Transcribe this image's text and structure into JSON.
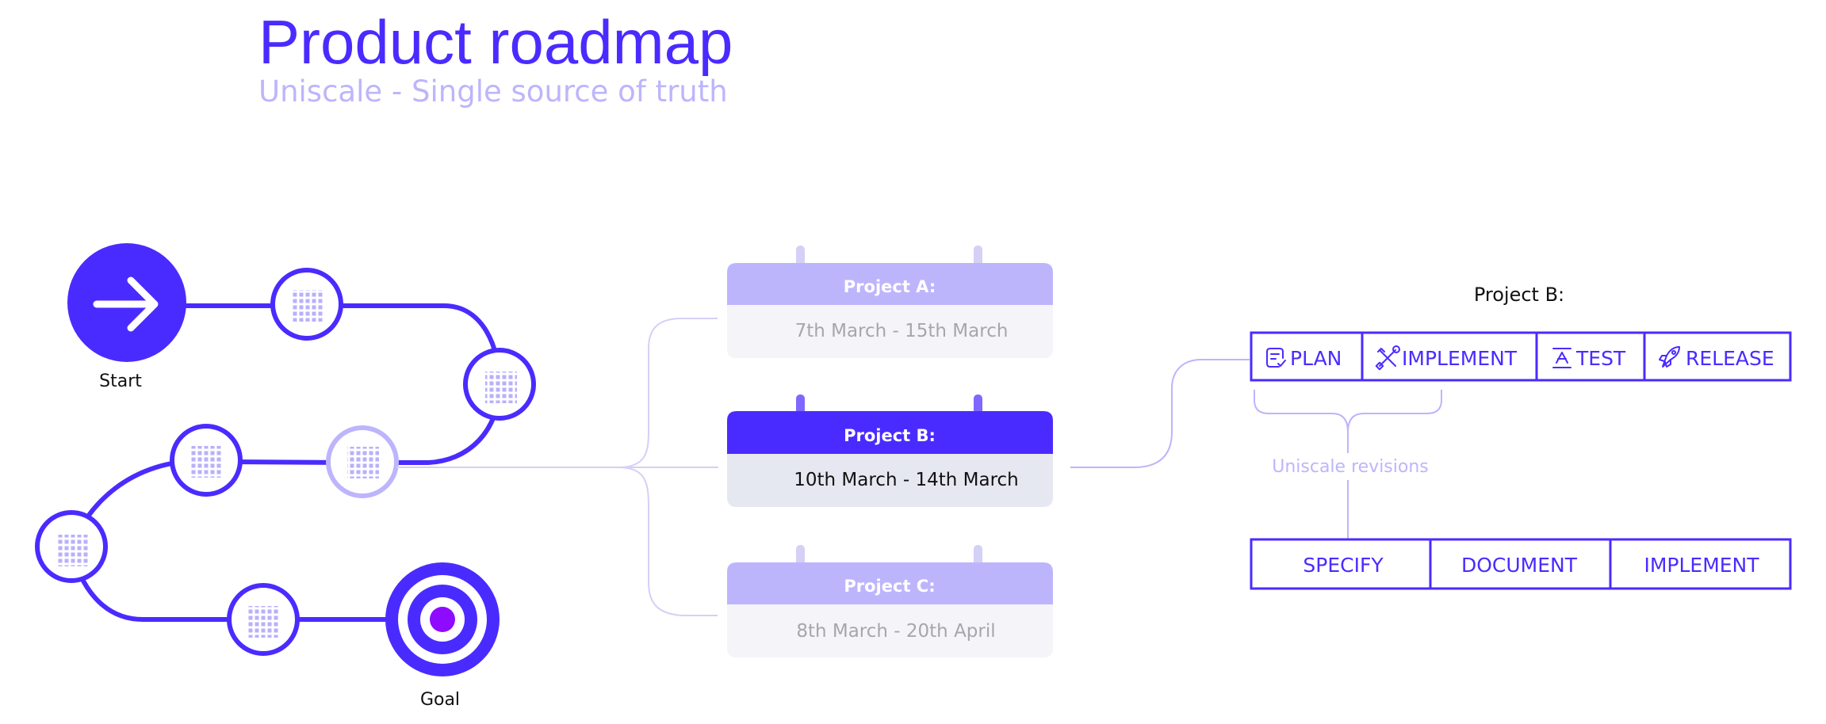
{
  "header": {
    "title": "Product roadmap",
    "subtitle": "Uniscale - Single source of truth"
  },
  "roadmap": {
    "start_label": "Start",
    "goal_label": "Goal"
  },
  "projects": [
    {
      "name": "Project A:",
      "dates": "7th March - 15th March",
      "active": false
    },
    {
      "name": "Project B:",
      "dates": "10th March - 14th March",
      "active": true
    },
    {
      "name": "Project C:",
      "dates": "8th March - 20th April",
      "active": false
    }
  ],
  "detail": {
    "title": "Project B:",
    "phases": [
      {
        "label": "PLAN",
        "icon": "plan-icon"
      },
      {
        "label": "IMPLEMENT",
        "icon": "tools-icon"
      },
      {
        "label": "TEST",
        "icon": "test-icon"
      },
      {
        "label": "RELEASE",
        "icon": "rocket-icon"
      }
    ],
    "revisions_label": "Uniscale revisions",
    "revision_steps": [
      "SPECIFY",
      "DOCUMENT",
      "IMPLEMENT"
    ]
  },
  "colors": {
    "primary": "#4A2BFF",
    "light": "#BDB5FC",
    "pale": "#D4D0F6",
    "card_bg": "#F4F4F9",
    "card_bg_active": "#E6E8F1"
  }
}
